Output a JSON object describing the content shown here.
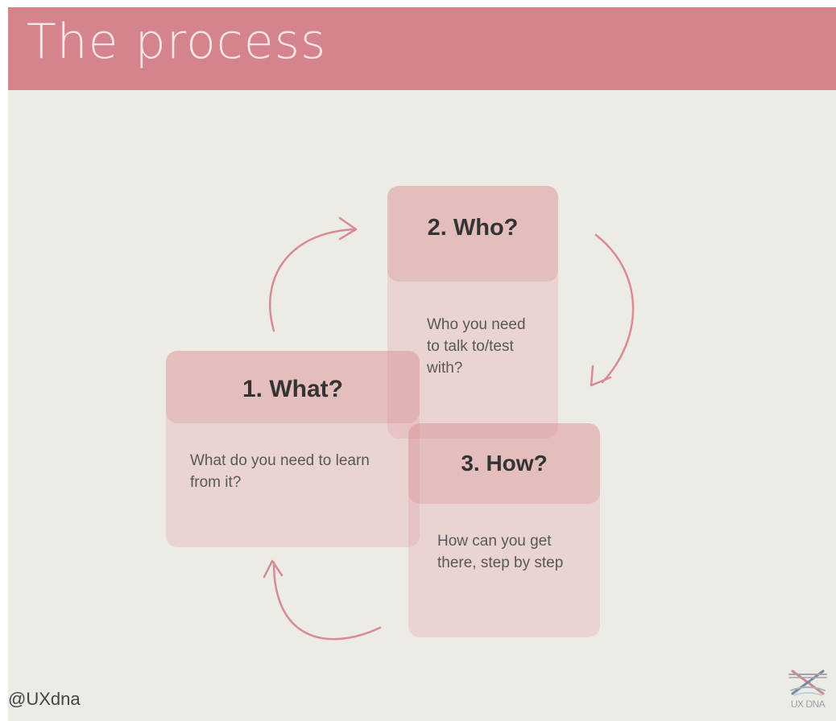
{
  "header": {
    "title": "The process"
  },
  "steps": [
    {
      "title": "1. What?",
      "body": "What do you need to learn\nfrom it?"
    },
    {
      "title": "2. Who?",
      "body": "Who you need\nto talk to/test\nwith?"
    },
    {
      "title": "3. How?",
      "body": "How can you get\nthere, step by step"
    }
  ],
  "footer": {
    "handle": "@UXdna",
    "logo_text": "UX DNA"
  },
  "colors": {
    "title_bar": "#d5838c",
    "background": "#ecebe5",
    "arrow": "#d98a92",
    "card": "#e19ba2"
  },
  "icons": [
    "cycle-arrow-icon",
    "uxdna-logo-icon"
  ]
}
